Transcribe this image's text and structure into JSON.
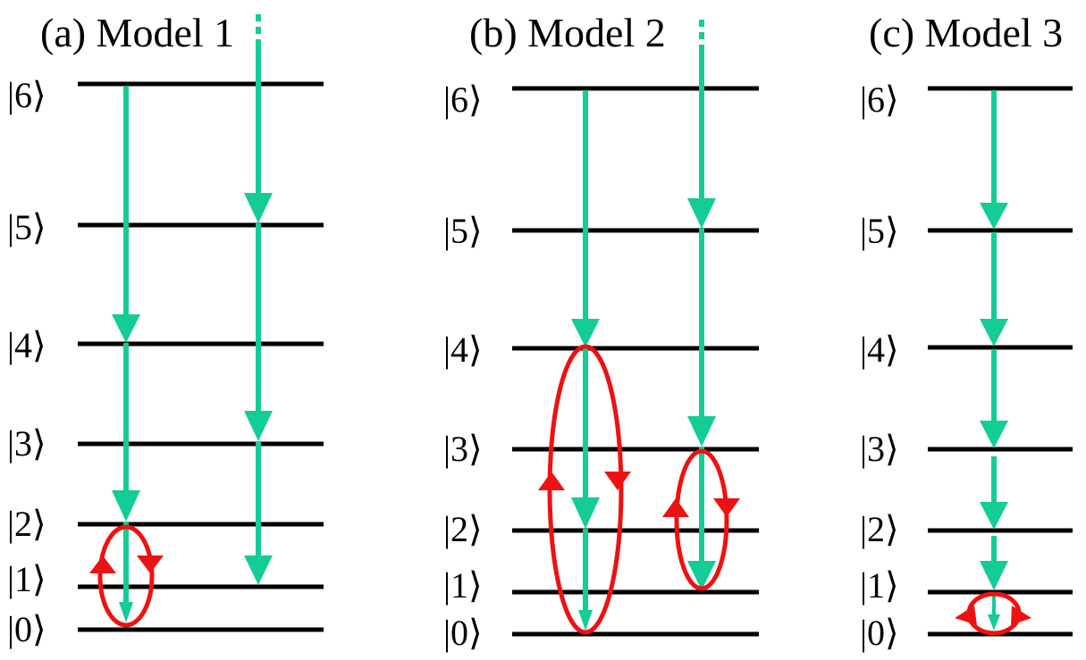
{
  "panels": [
    {
      "title": "(a) Model 1",
      "levels": [
        "0",
        "1",
        "2",
        "3",
        "4",
        "5",
        "6"
      ]
    },
    {
      "title": "(b) Model 2",
      "levels": [
        "0",
        "1",
        "2",
        "3",
        "4",
        "5",
        "6"
      ]
    },
    {
      "title": "(c) Model 3",
      "levels": [
        "0",
        "1",
        "2",
        "3",
        "4",
        "5",
        "6"
      ]
    }
  ],
  "colors": {
    "decay_arrow": "#14cc96",
    "coupling_loop": "#ee1111",
    "level_line": "#000000"
  }
}
